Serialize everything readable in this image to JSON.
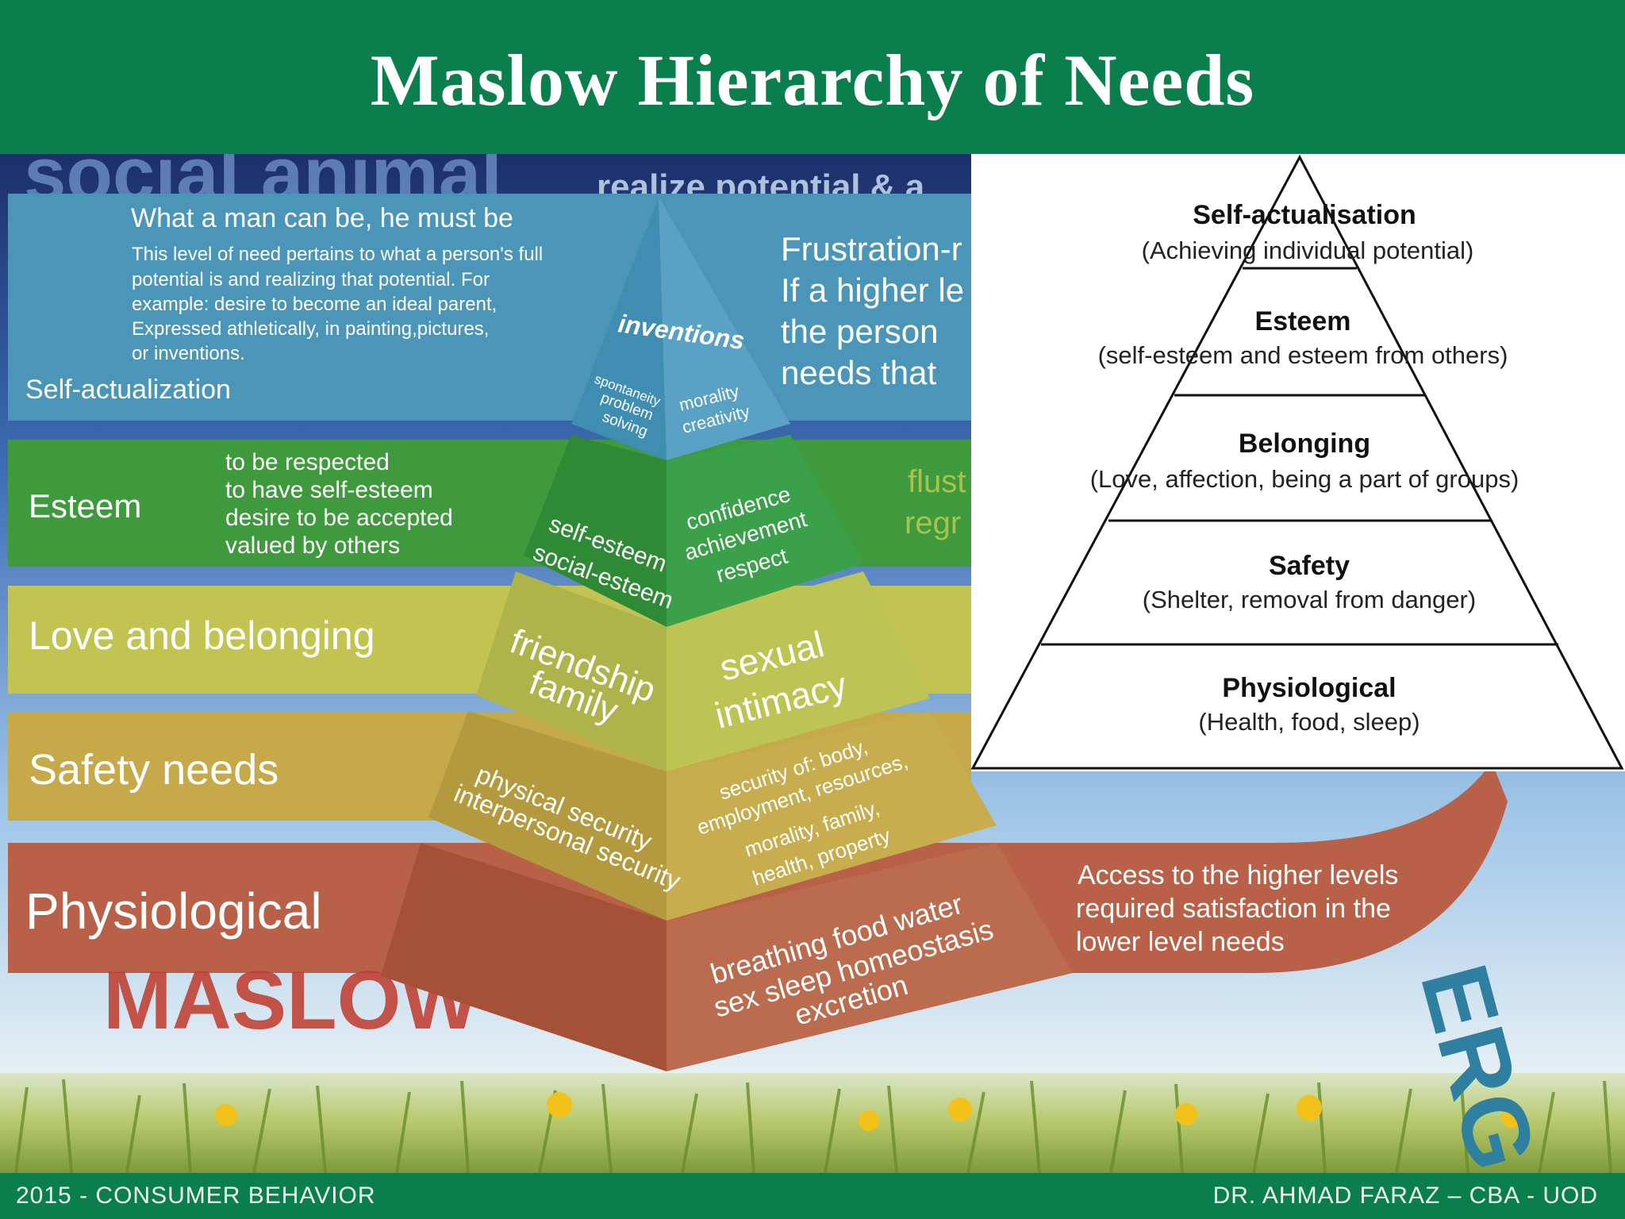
{
  "header": {
    "title": "Maslow Hierarchy of Needs"
  },
  "background": {
    "top_word": "social animal",
    "top_phrase": "realize potential & a",
    "bottom_word": "MASLOW",
    "erg_word": "ERG"
  },
  "levels": {
    "self_actualization": {
      "heading": "What a man can be, he must be",
      "body": [
        "This level of need pertains to what a person's full",
        "potential is and realizing that potential. For",
        "example: desire to become an ideal parent,",
        "Expressed athletically, in painting,pictures,",
        "or inventions."
      ],
      "name": "Self-actualization",
      "pyramid_top": "inventions",
      "pyramid_left": [
        "spontaneity",
        "problem",
        "solving"
      ],
      "pyramid_right": [
        "morality",
        "creativity"
      ]
    },
    "esteem": {
      "name": "Esteem",
      "items": [
        "to be respected",
        "to have self-esteem",
        "desire to be accepted",
        "valued by others"
      ],
      "pyramid_left": [
        "self-esteem",
        "social-esteem"
      ],
      "pyramid_right": [
        "confidence",
        "achievement",
        "respect"
      ]
    },
    "love": {
      "name": "Love and belonging",
      "pyramid_left": [
        "friendship",
        "family"
      ],
      "pyramid_right": [
        "sexual",
        "intimacy"
      ]
    },
    "safety": {
      "name": "Safety needs",
      "pyramid_left": [
        "physical security",
        "interpersonal security"
      ],
      "pyramid_right": [
        "security of: body,",
        "employment, resources,",
        "morality, family,",
        "health, property"
      ]
    },
    "physiological": {
      "name": "Physiological",
      "pyramid_right": [
        "breathing food water",
        "sex sleep homeostasis",
        "excretion"
      ]
    }
  },
  "side_text": {
    "frustration": [
      "Frustration-r",
      "If a higher le",
      "the person",
      "needs that"
    ],
    "flust": [
      "flust",
      "regr"
    ],
    "access": [
      "Access to the higher levels",
      "required satisfaction in the",
      "lower level needs"
    ]
  },
  "inset": {
    "tiers": [
      {
        "title": "Self-actualisation",
        "sub": "(Achieving individual potential)"
      },
      {
        "title": "Esteem",
        "sub": "(self-esteem and esteem from others)"
      },
      {
        "title": "Belonging",
        "sub": "(Love, affection, being a part of groups)"
      },
      {
        "title": "Safety",
        "sub": "(Shelter, removal from danger)"
      },
      {
        "title": "Physiological",
        "sub": "(Health, food, sleep)"
      }
    ]
  },
  "footer": {
    "left": "2015  - CONSUMER BEHAVIOR",
    "right": "DR. AHMAD FARAZ – CBA - UOD"
  }
}
